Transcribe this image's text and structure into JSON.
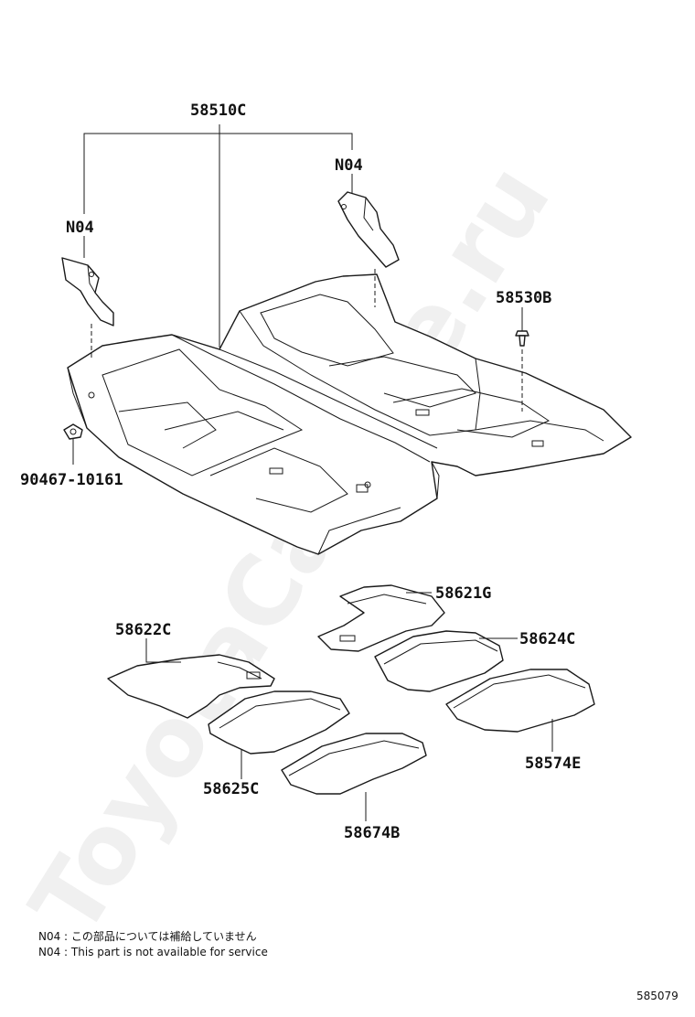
{
  "callouts": {
    "carpet_main": "58510C",
    "bracket_left": "N04",
    "bracket_right": "N04",
    "clip": "58530B",
    "fastener": "90467-10161",
    "mat_front_left": "58622C",
    "mat_front_right": "58621G",
    "mat_rear_right": "58624C",
    "mat_front_right_lower": "58574E",
    "mat_rear_left": "58625C",
    "mat_rear_center": "58674B"
  },
  "notes": [
    "N04 : この部品については補給していません",
    "N04 : This part is not available for service"
  ],
  "diagram_id": "585079",
  "watermark": "ToyotaCarline.ru"
}
